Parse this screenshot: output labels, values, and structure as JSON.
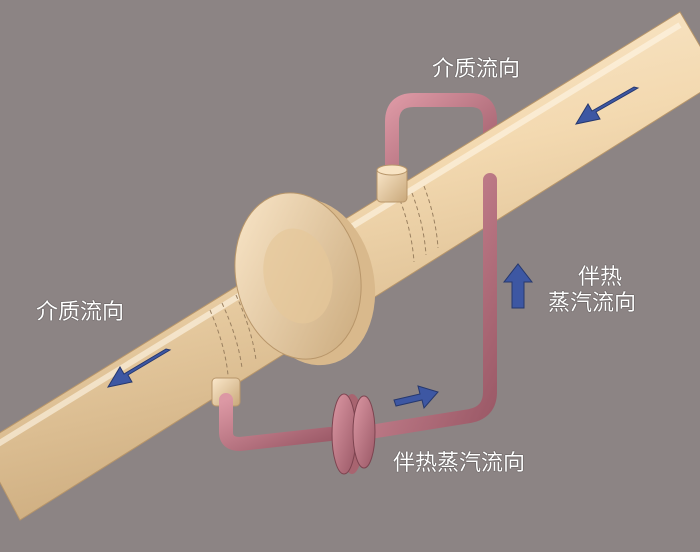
{
  "labels": {
    "medium_flow_top": "介质流向",
    "medium_flow_left": "介质流向",
    "steam_flow_right_line1": "伴热",
    "steam_flow_right_line2": "蒸汽流向",
    "steam_flow_bottom": "伴热蒸汽流向"
  },
  "colors": {
    "background": "#8c8484",
    "main_pipe": "#f3d9b0",
    "main_pipe_shade": "#c9a87a",
    "tracer_pipe": "#c77b88",
    "tracer_pipe_shade": "#8e4f5c",
    "flange": "#f0d2a6",
    "arrow": "#3d57a3"
  }
}
